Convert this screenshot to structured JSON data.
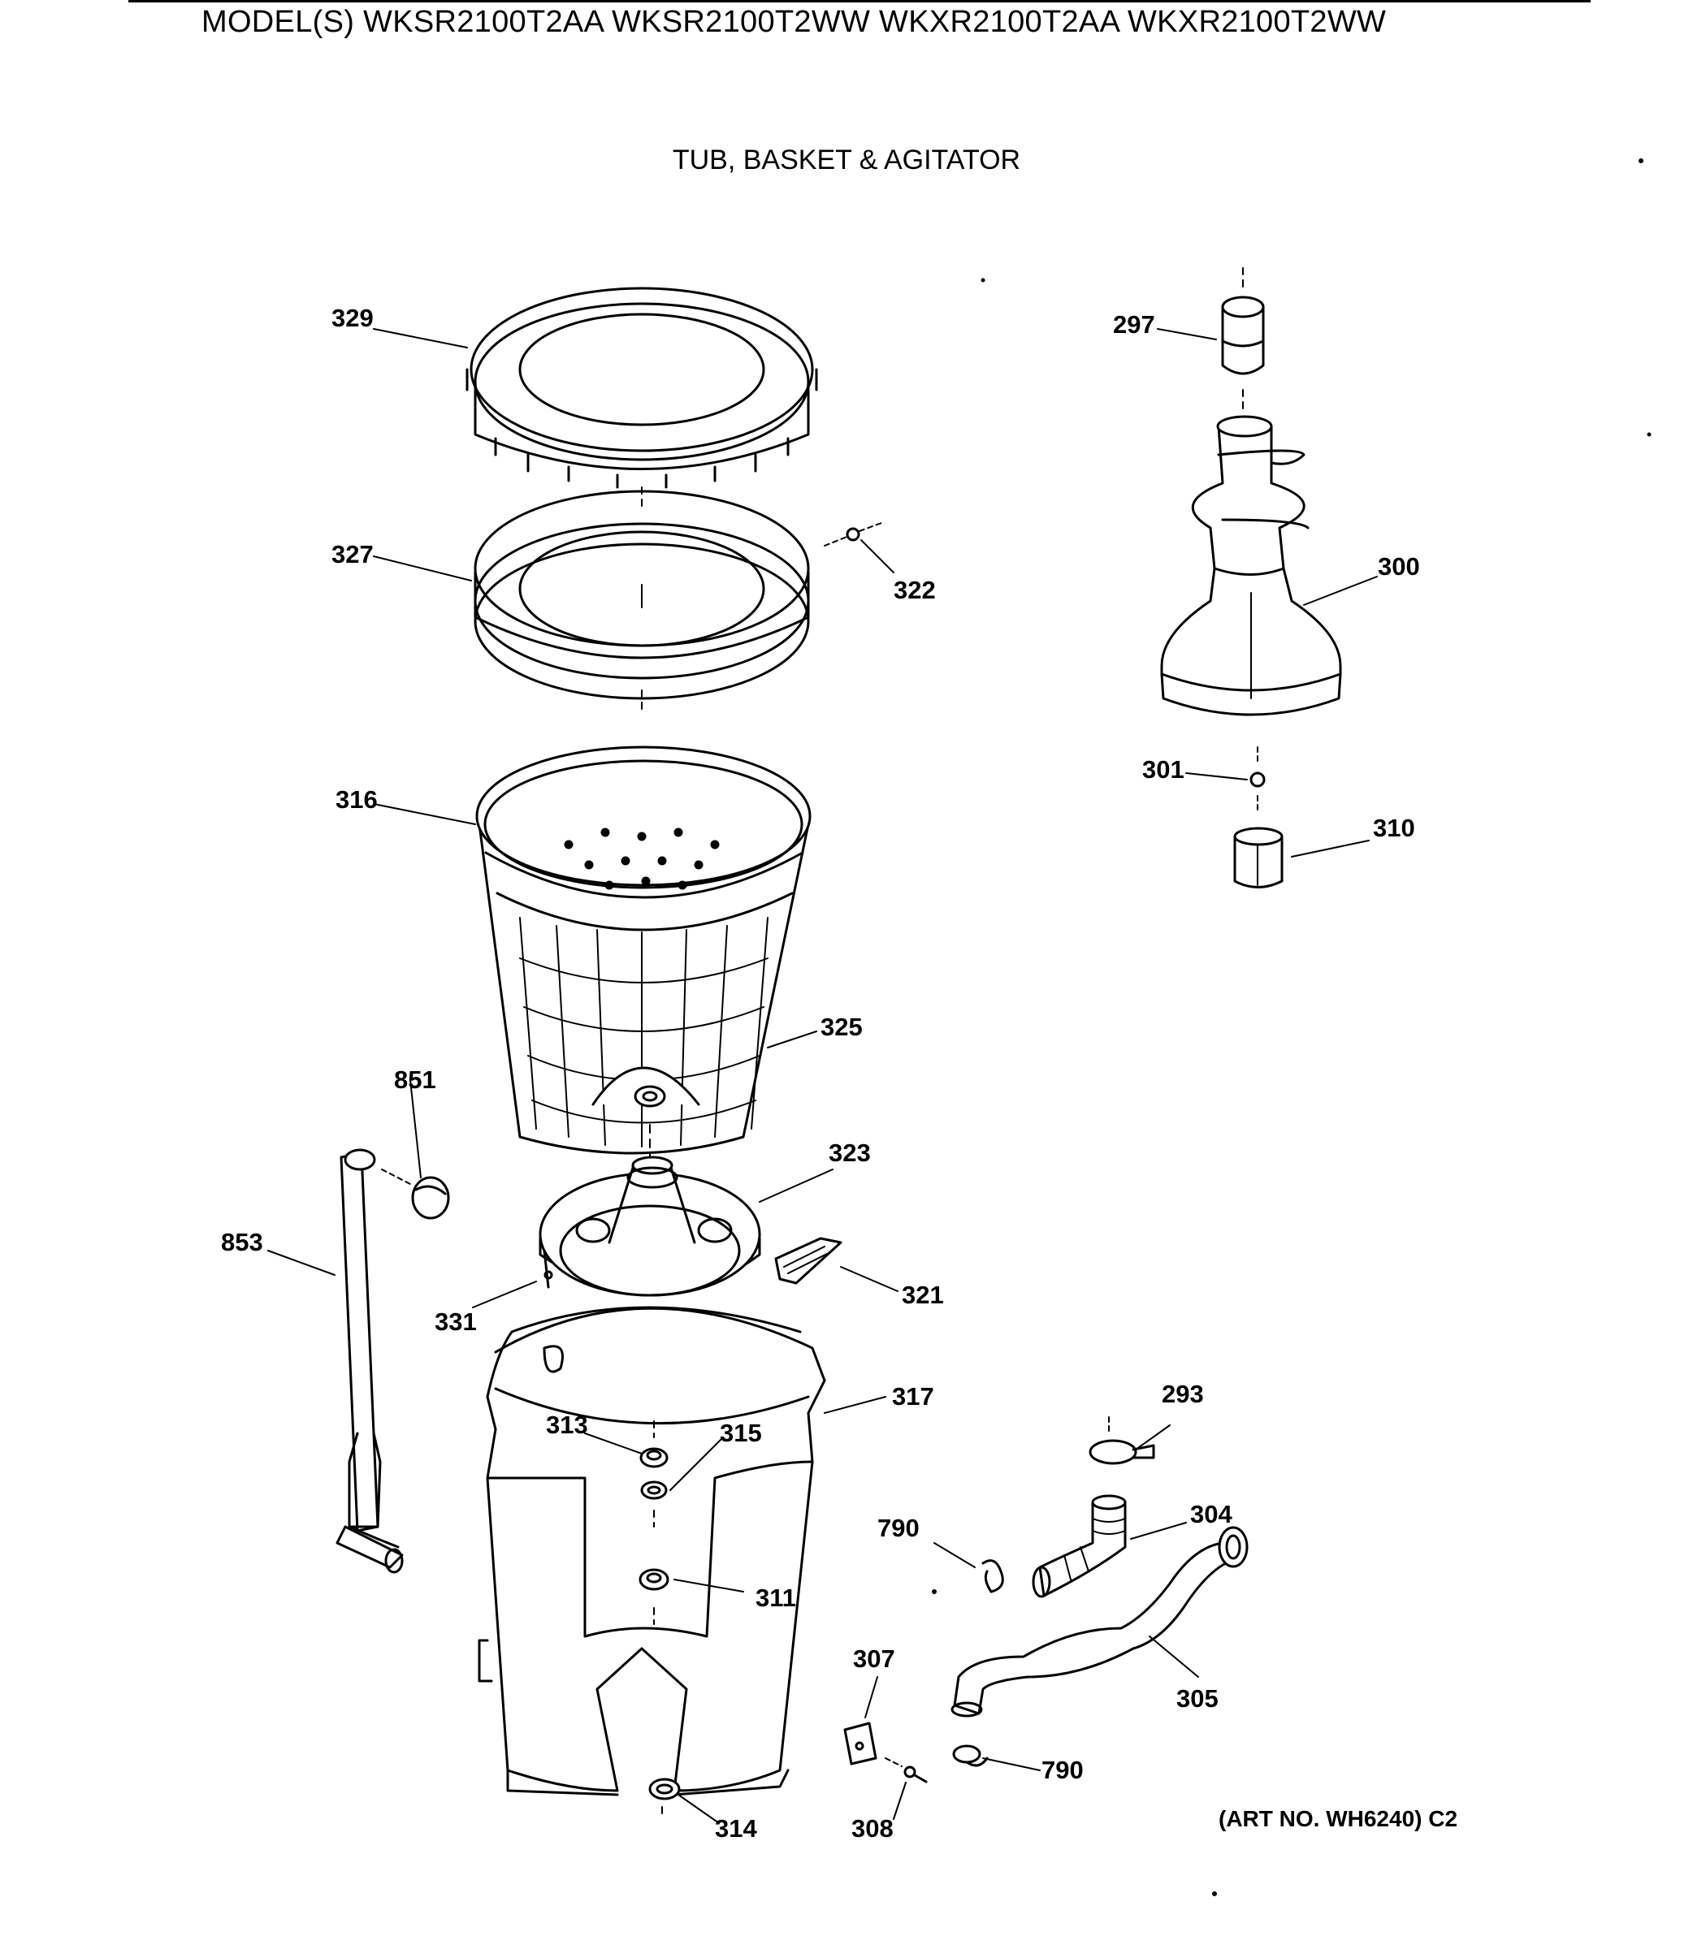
{
  "header": {
    "models_text": "MODEL(S) WKSR2100T2AA  WKSR2100T2WW  WKXR2100T2AA  WKXR2100T2WW",
    "section_title": "TUB, BASKET & AGITATOR"
  },
  "footer": {
    "art_number": "(ART NO. WH6240) C2"
  },
  "callouts": {
    "c329": "329",
    "c327": "327",
    "c322": "322",
    "c316": "316",
    "c325": "325",
    "c851": "851",
    "c853": "853",
    "c323": "323",
    "c321": "321",
    "c331": "331",
    "c317": "317",
    "c313": "313",
    "c315": "315",
    "c311": "311",
    "c314": "314",
    "c297": "297",
    "c300": "300",
    "c301": "301",
    "c310": "310",
    "c293": "293",
    "c304": "304",
    "c790a": "790",
    "c305": "305",
    "c307": "307",
    "c790b": "790",
    "c308": "308"
  }
}
